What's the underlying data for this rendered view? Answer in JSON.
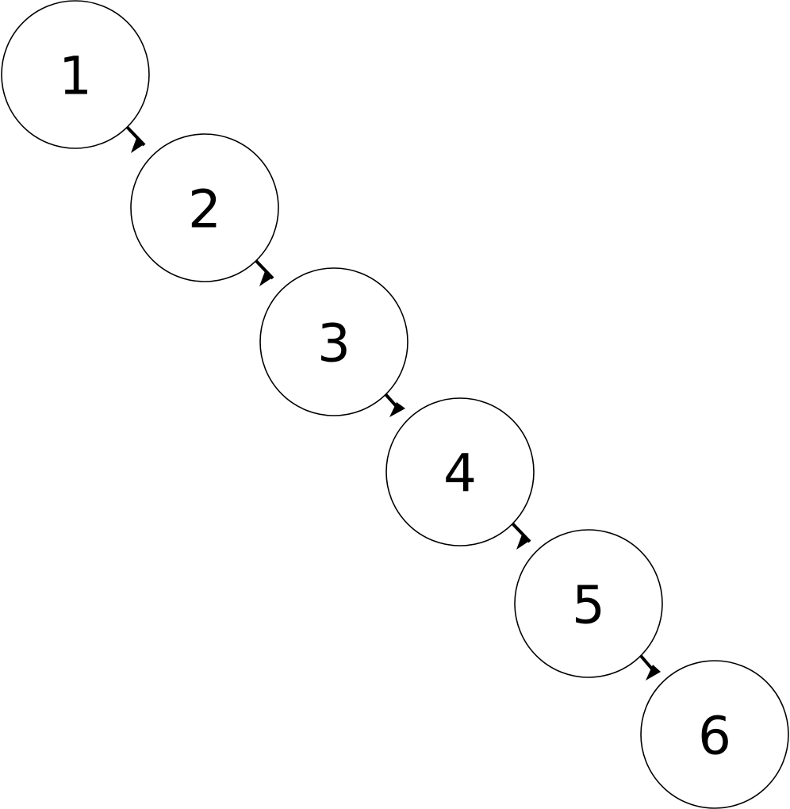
{
  "nodes": [
    {
      "id": "n1",
      "label": "1"
    },
    {
      "id": "n2",
      "label": "2"
    },
    {
      "id": "n3",
      "label": "3"
    },
    {
      "id": "n4",
      "label": "4"
    },
    {
      "id": "n5",
      "label": "5"
    },
    {
      "id": "n6",
      "label": "6"
    }
  ],
  "edges": [
    {
      "from": "n1",
      "to": "n2"
    },
    {
      "from": "n2",
      "to": "n3"
    },
    {
      "from": "n3",
      "to": "n4"
    },
    {
      "from": "n4",
      "to": "n5"
    },
    {
      "from": "n5",
      "to": "n6"
    }
  ],
  "colors": {
    "background": "#ffffff",
    "stroke": "#000000",
    "text": "#000000"
  }
}
